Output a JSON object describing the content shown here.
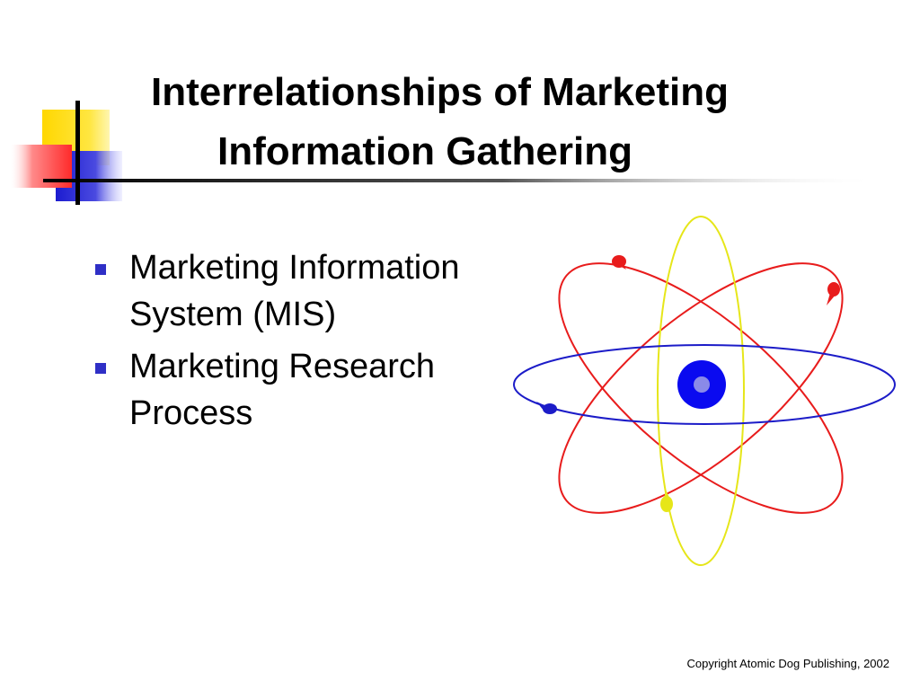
{
  "slide": {
    "title_line1": "Interrelationships of Marketing",
    "title_line2": "Information Gathering",
    "bullets": [
      "Marketing Information System (MIS)",
      "Marketing Research Process"
    ],
    "footer": "Copyright Atomic Dog Publishing, 2002"
  },
  "colors": {
    "yellow": "#ffd700",
    "red": "#e81c1c",
    "blue": "#2323cc",
    "bullet": "#2f2fc6",
    "nucleus": "#0a0af0"
  },
  "icons": {
    "decor": "corner-squares-decoration",
    "illustration": "atom-icon"
  }
}
